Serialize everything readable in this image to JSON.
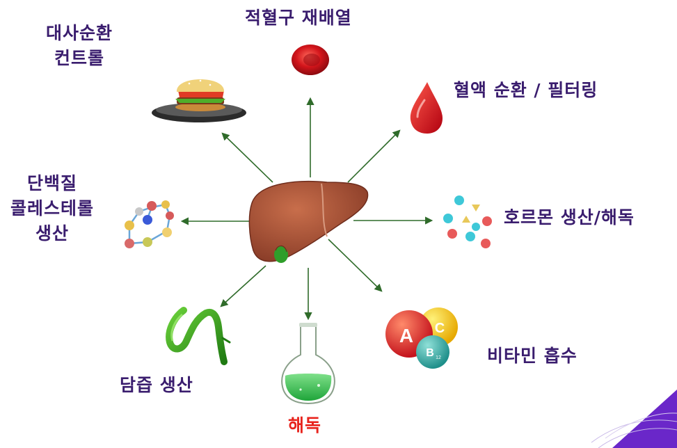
{
  "colors": {
    "label": "#3a1d6e",
    "highlight": "#e8231c",
    "arrow": "#2f6b2a",
    "liver": "#a9543a",
    "accent_purple": "#6a27c9"
  },
  "labels": {
    "metabolism": [
      "대사순환",
      "컨트롤"
    ],
    "rbc": "적혈구 재배열",
    "blood": "혈액 순환 / 필터링",
    "protein": [
      "단백질",
      "콜레스테롤",
      "생산"
    ],
    "hormone": "호르몬 생산/해독",
    "bile": "담즙 생산",
    "detox": "해독",
    "vitamin": "비타민 흡수"
  },
  "vitamin_letters": {
    "a": "A",
    "b": "B",
    "b_sub": "12",
    "c": "C"
  },
  "icons": {
    "center": "liver-icon",
    "metabolism": "burger-icon",
    "rbc": "red-blood-cell-icon",
    "blood": "blood-drop-icon",
    "protein": "molecule-chain-icon",
    "hormone": "hormone-particles-icon",
    "bile": "gallbladder-icon",
    "detox": "flask-icon",
    "vitamin": "vitamin-spheres-icon"
  }
}
